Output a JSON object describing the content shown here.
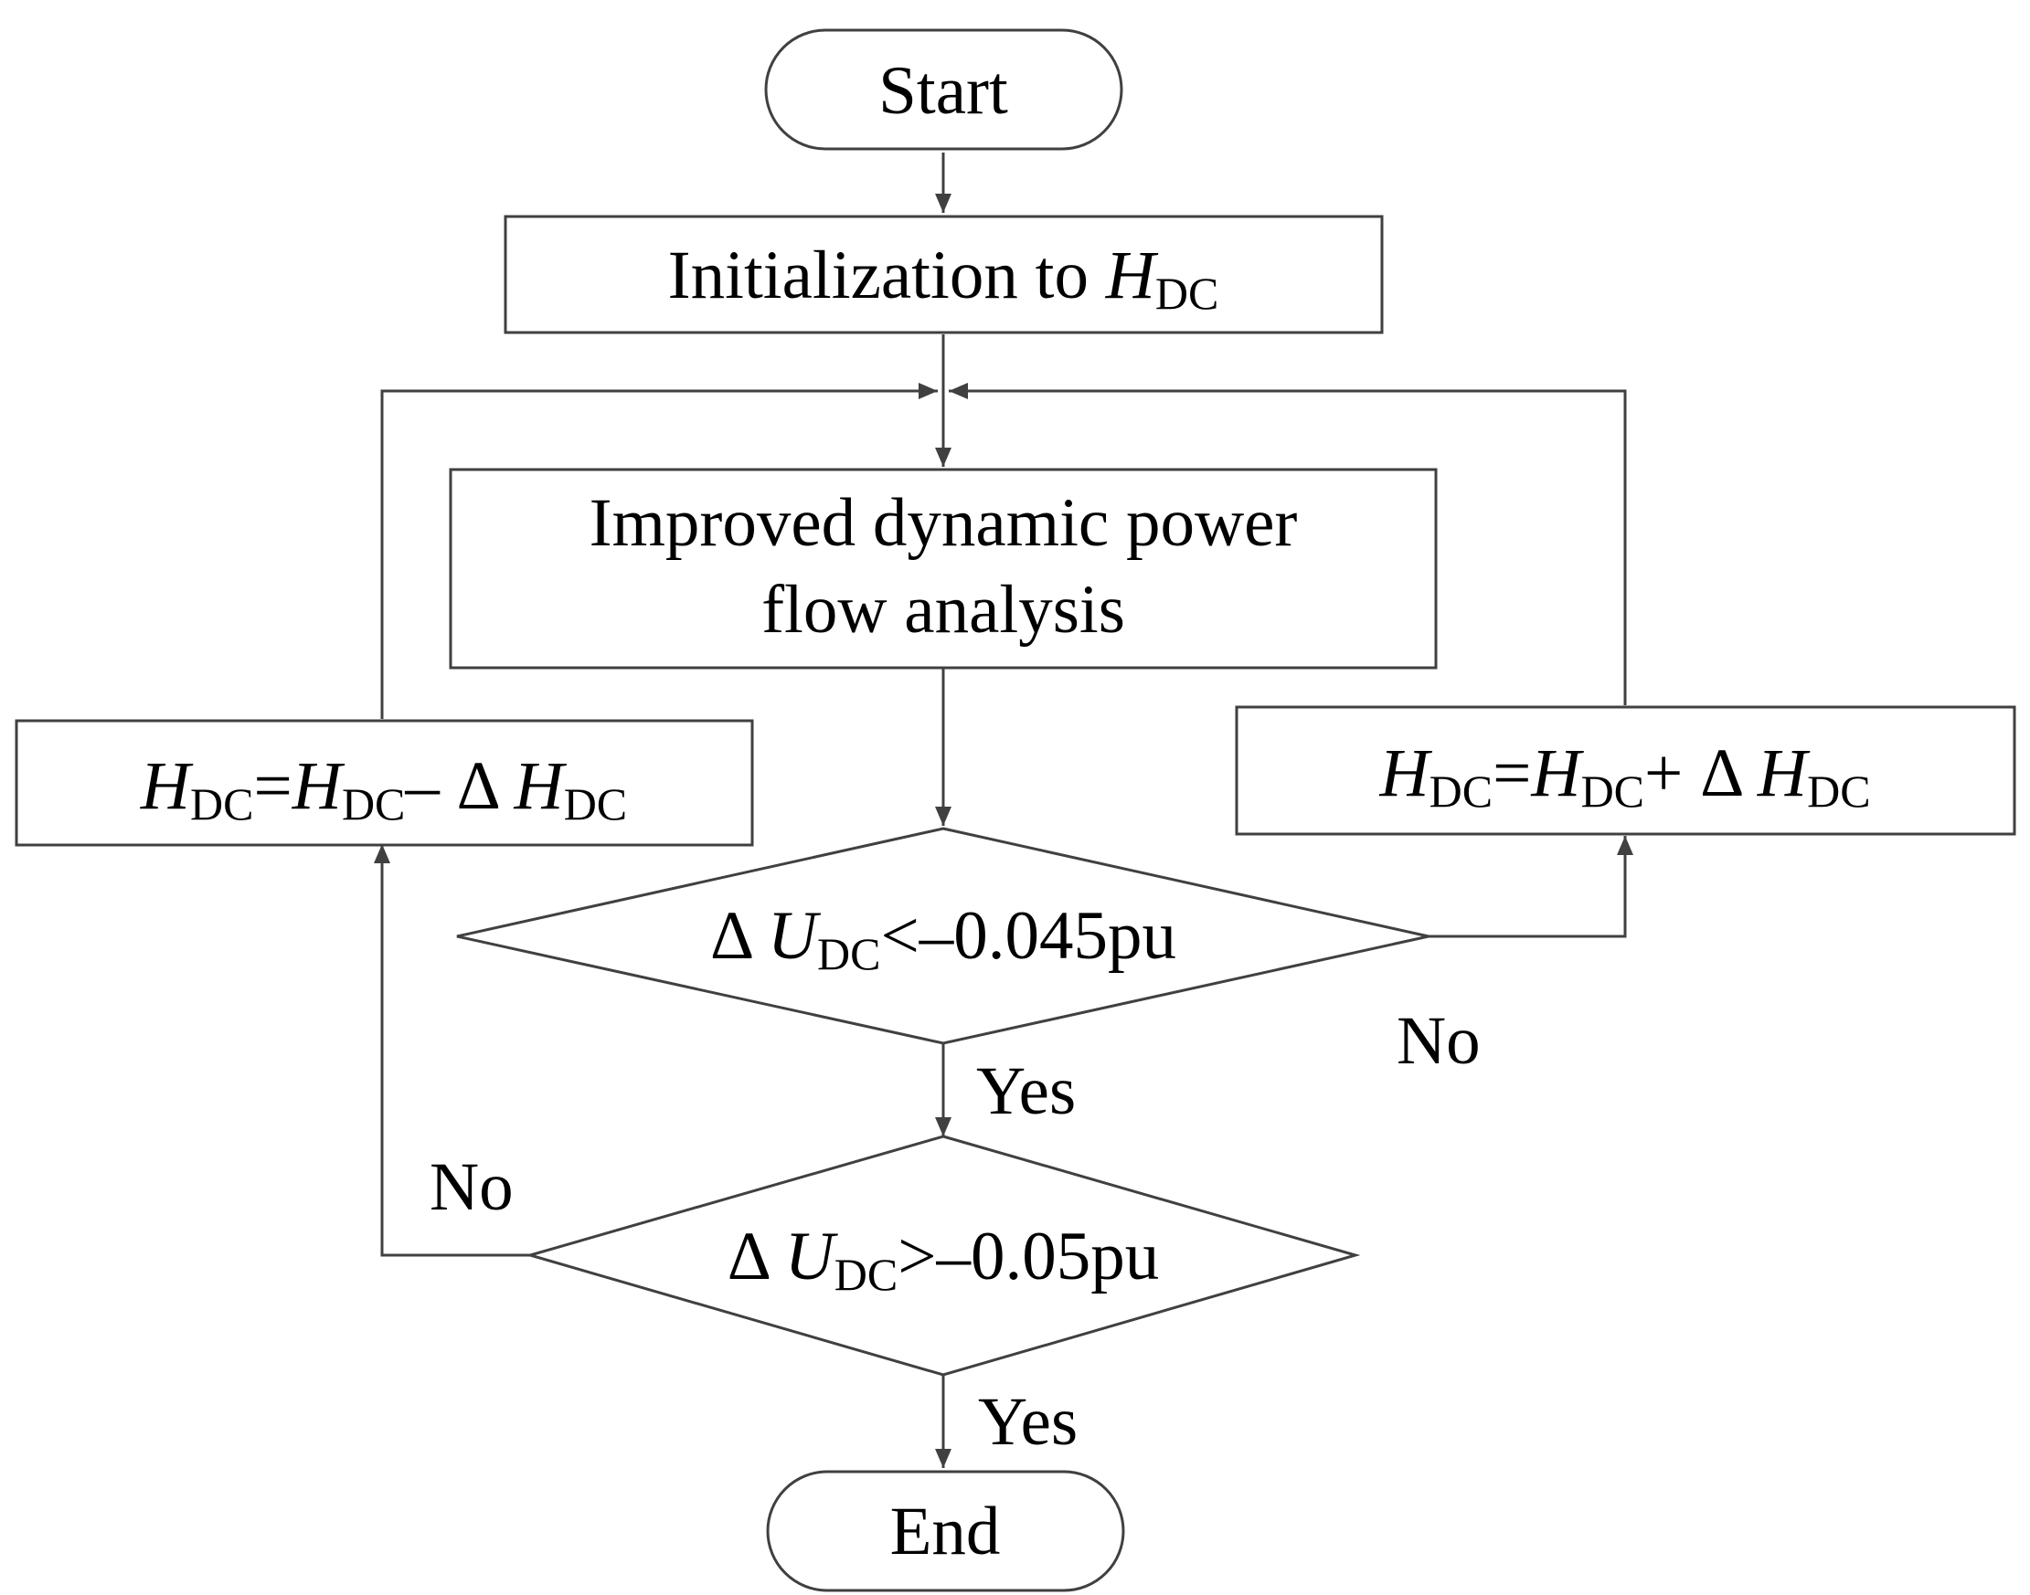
{
  "start": {
    "label": "Start"
  },
  "init": {
    "label": "Initialization to ",
    "var": "H",
    "sub": "DC"
  },
  "analysis": {
    "line1": "Improved dynamic power",
    "line2": "flow analysis"
  },
  "decrease": {
    "h1": "H",
    "s1": "DC",
    "op": "=",
    "h2": "H",
    "s2": "DC",
    "minus": "– Δ ",
    "h3": "H",
    "s3": "DC"
  },
  "increase": {
    "h1": "H",
    "s1": "DC",
    "op": "=",
    "h2": "H",
    "s2": "DC",
    "plus": "+ Δ ",
    "h3": "H",
    "s3": "DC"
  },
  "decision1": {
    "delta": "Δ ",
    "var": "U",
    "sub": "DC",
    "cond": "<–0.045pu"
  },
  "decision2": {
    "delta": "Δ ",
    "var": "U",
    "sub": "DC",
    "cond": ">–0.05pu"
  },
  "labels": {
    "no_right": "No",
    "yes_1": "Yes",
    "no_left": "No",
    "yes_2": "Yes"
  },
  "end": {
    "label": "End"
  }
}
